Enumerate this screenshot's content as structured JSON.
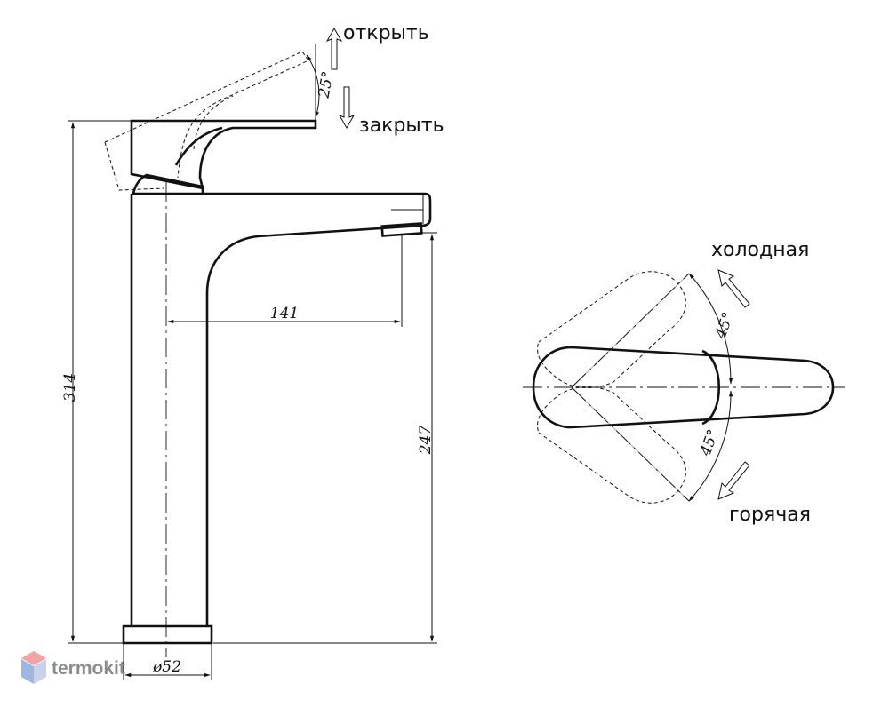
{
  "labels": {
    "open": "открыть",
    "close": "закрыть",
    "cold": "холодная",
    "hot": "горячая"
  },
  "dimensions": {
    "height_total": "314",
    "spout_height": "247",
    "spout_reach": "141",
    "base_diameter": "ø52",
    "lever_tilt": "25°",
    "rotation_cold": "45°",
    "rotation_hot": "45°"
  },
  "watermark": {
    "text": "termokit",
    "icon": "cube-logo-icon",
    "colors": {
      "top": "#f2a3a3",
      "left": "#9fb6df",
      "right": "#c8d3ea"
    }
  }
}
